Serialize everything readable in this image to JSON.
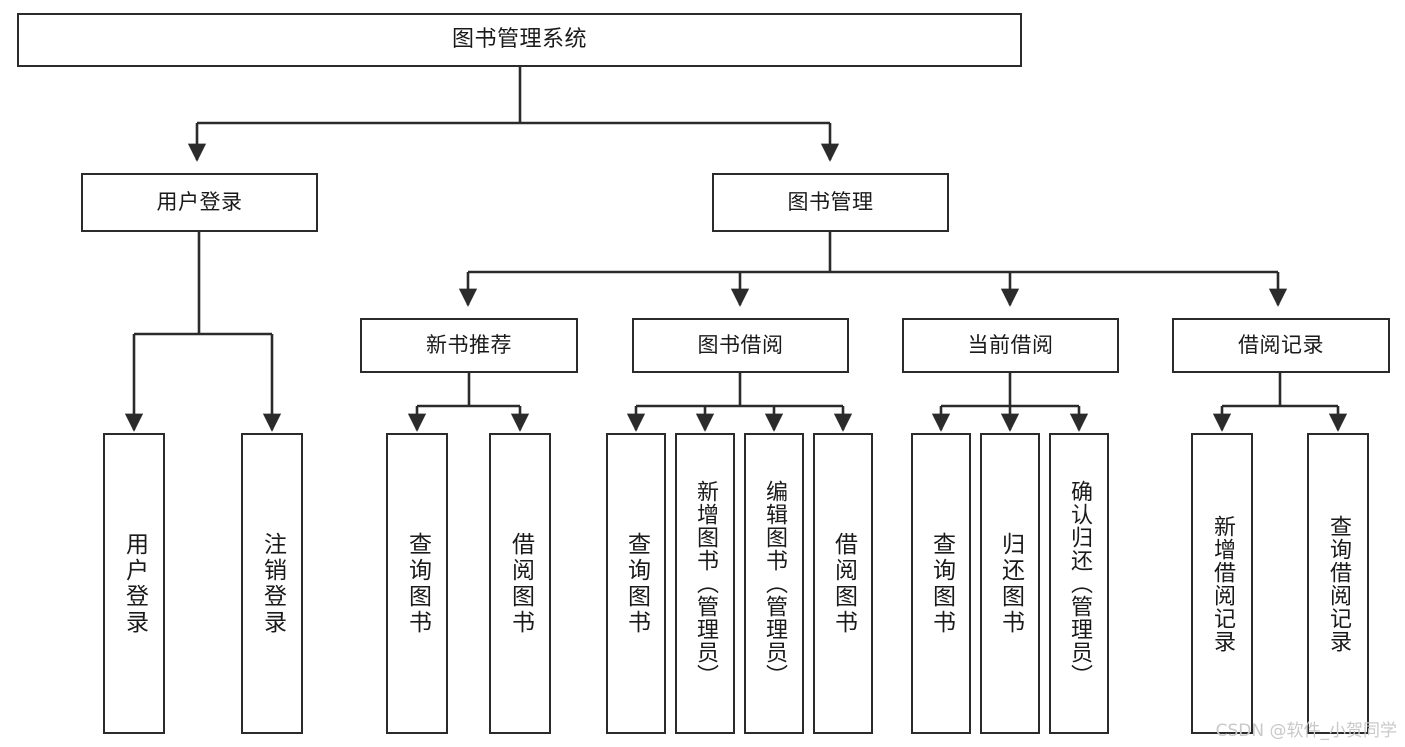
{
  "diagram": {
    "title": "图书管理系统",
    "type": "tree",
    "watermark": "CSDN @软件_小贺同学",
    "colors": {
      "stroke": "#2b2b2b",
      "fill": "#ffffff",
      "text": "#1a1a1a",
      "watermark": "#c9c9c9"
    },
    "levels": {
      "root": "图书管理系统",
      "level1": [
        "用户登录",
        "图书管理"
      ],
      "level2": [
        "新书推荐",
        "图书借阅",
        "当前借阅",
        "借阅记录"
      ]
    },
    "nodes": {
      "root": {
        "label": "图书管理系统"
      },
      "user_login": {
        "label": "用户登录"
      },
      "book_manage": {
        "label": "图书管理"
      },
      "new_book_rec": {
        "label": "新书推荐"
      },
      "book_borrow": {
        "label": "图书借阅"
      },
      "current_borrow": {
        "label": "当前借阅"
      },
      "borrow_record": {
        "label": "借阅记录"
      },
      "leaf_user_login": {
        "label": "用户登录"
      },
      "leaf_logout": {
        "label": "注销登录"
      },
      "leaf_query_book_1": {
        "label": "查询图书"
      },
      "leaf_borrow_book_1": {
        "label": "借阅图书"
      },
      "leaf_query_book_2": {
        "label": "查询图书"
      },
      "leaf_add_book_admin": {
        "label": "新增图书（管理员）"
      },
      "leaf_edit_book_admin": {
        "label": "编辑图书（管理员）"
      },
      "leaf_borrow_book_2": {
        "label": "借阅图书"
      },
      "leaf_query_book_3": {
        "label": "查询图书"
      },
      "leaf_return_book": {
        "label": "归还图书"
      },
      "leaf_confirm_return_admin": {
        "label": "确认归还（管理员）"
      },
      "leaf_add_record": {
        "label": "新增借阅记录"
      },
      "leaf_query_record": {
        "label": "查询借阅记录"
      }
    },
    "edges": [
      {
        "from": "root",
        "to": "user_login"
      },
      {
        "from": "root",
        "to": "book_manage"
      },
      {
        "from": "user_login",
        "to": "leaf_user_login"
      },
      {
        "from": "user_login",
        "to": "leaf_logout"
      },
      {
        "from": "book_manage",
        "to": "new_book_rec"
      },
      {
        "from": "book_manage",
        "to": "book_borrow"
      },
      {
        "from": "book_manage",
        "to": "current_borrow"
      },
      {
        "from": "book_manage",
        "to": "borrow_record"
      },
      {
        "from": "new_book_rec",
        "to": "leaf_query_book_1"
      },
      {
        "from": "new_book_rec",
        "to": "leaf_borrow_book_1"
      },
      {
        "from": "book_borrow",
        "to": "leaf_query_book_2"
      },
      {
        "from": "book_borrow",
        "to": "leaf_add_book_admin"
      },
      {
        "from": "book_borrow",
        "to": "leaf_edit_book_admin"
      },
      {
        "from": "book_borrow",
        "to": "leaf_borrow_book_2"
      },
      {
        "from": "current_borrow",
        "to": "leaf_query_book_3"
      },
      {
        "from": "current_borrow",
        "to": "leaf_return_book"
      },
      {
        "from": "current_borrow",
        "to": "leaf_confirm_return_admin"
      },
      {
        "from": "borrow_record",
        "to": "leaf_add_record"
      },
      {
        "from": "borrow_record",
        "to": "leaf_query_record"
      }
    ]
  }
}
